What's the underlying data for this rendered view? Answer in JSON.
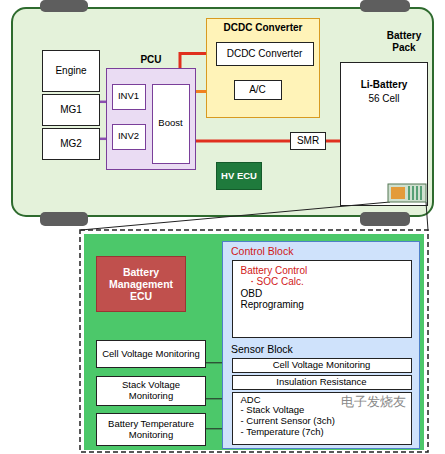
{
  "diagram": {
    "nodes": [
      {
        "text": [
          "Engine"
        ]
      },
      {
        "text": [
          "MG1"
        ]
      },
      {
        "text": [
          "MG2"
        ]
      },
      {
        "text": [
          "PCU"
        ]
      },
      {
        "text": [
          "INV1"
        ],
        "in": 3
      },
      {
        "text": [
          "INV2"
        ],
        "in": 3
      },
      {
        "text": [
          "Boost"
        ],
        "in": 3
      },
      {
        "text": [
          "DCDC Converter"
        ]
      },
      {
        "text": [
          "DCDC Converter"
        ],
        "in": 7
      },
      {
        "text": [
          "A/C"
        ],
        "in": 7
      },
      {
        "text": [
          "SMR"
        ]
      },
      {
        "text": [
          "Li-Battery",
          "56 Cell"
        ]
      },
      {
        "text": [
          "HV ECU"
        ]
      },
      {
        "text": [
          "Battery Management ECU"
        ]
      },
      {
        "text": [
          "Control Block",
          "Sensor Block"
        ]
      },
      {
        "text": [
          "Battery Control",
          "・SOC Calc.",
          "OBD",
          "Reprograming"
        ],
        "in": 14
      },
      {
        "text": [
          "Cell Voltage Monitoring"
        ],
        "in": 14
      },
      {
        "text": [
          "Insulation Resistance"
        ],
        "in": 14
      },
      {
        "text": [
          "ADC",
          "- Stack Voltage",
          "- Current Sensor (3ch)",
          "- Temperature (7ch)"
        ],
        "in": 14
      },
      {
        "text": [
          "Cell Voltage Monitoring"
        ]
      },
      {
        "text": [
          "Stack Voltage Monitoring"
        ]
      },
      {
        "text": [
          "Battery Temperature Monitoring"
        ]
      }
    ],
    "edges": [
      {
        "from": 1,
        "to": 4,
        "arrow": "none"
      },
      {
        "from": 2,
        "to": 5,
        "arrow": "none"
      },
      {
        "from": 4,
        "to": 6,
        "arrow": "none"
      },
      {
        "from": 5,
        "to": 6,
        "arrow": "none"
      },
      {
        "from": 6,
        "to": 8,
        "arrow": "none"
      },
      {
        "from": 6,
        "to": 9,
        "arrow": "none"
      },
      {
        "from": 6,
        "to": 10,
        "arrow": "none"
      },
      {
        "from": 10,
        "to": 11,
        "arrow": "none"
      },
      {
        "from": 19,
        "to": 16,
        "arrow": "none"
      },
      {
        "from": 20,
        "to": 18,
        "arrow": "none"
      },
      {
        "from": 21,
        "to": 18,
        "arrow": "none"
      }
    ],
    "labels": [
      "Battery Pack",
      "电子发烧友"
    ]
  }
}
